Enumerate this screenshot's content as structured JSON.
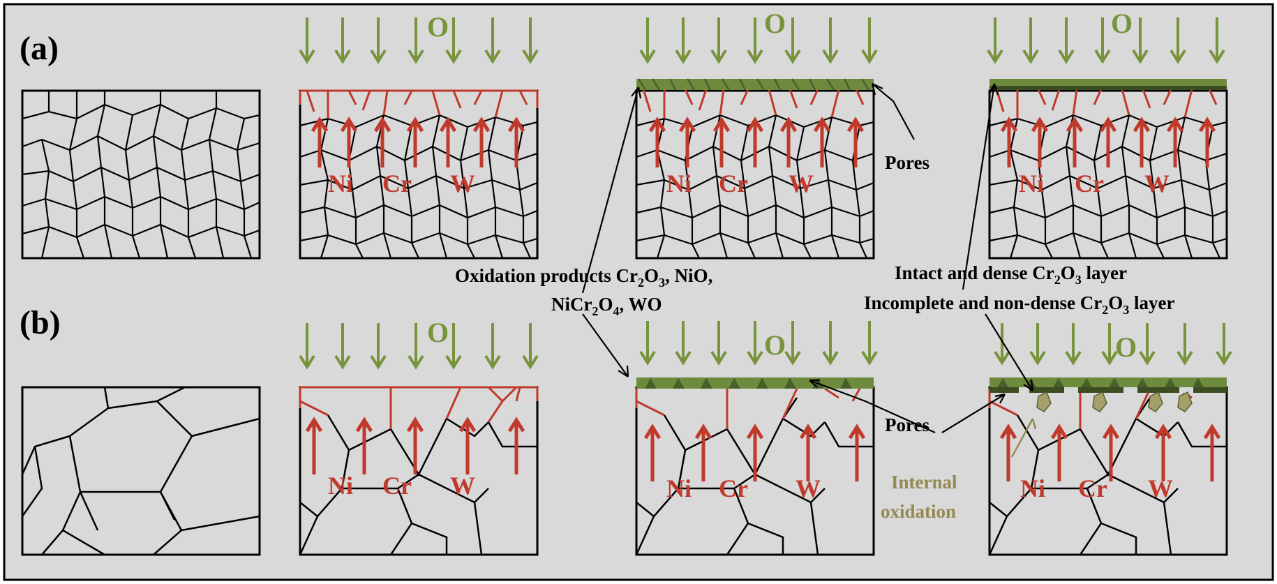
{
  "panels": {
    "a": {
      "label": "(a)"
    },
    "b": {
      "label": "(b)"
    }
  },
  "oxygen_label": "O",
  "elements": [
    "Ni",
    "Cr",
    "W"
  ],
  "annotations": {
    "pores": "Pores",
    "products_line1": "Oxidation products Cr",
    "products_line1_sub1": "2",
    "products_line1_mid": "O",
    "products_line1_sub2": "3",
    "products_line1_end": ", NiO,",
    "products_line2_a": "NiCr",
    "products_line2_sub1": "2",
    "products_line2_mid": "O",
    "products_line2_sub2": "4",
    "products_line2_end": ", WO",
    "intact_a": "Intact and dense Cr",
    "intact_sub1": "2",
    "intact_mid": "O",
    "intact_sub2": "3",
    "intact_end": " layer",
    "incomplete_a": "Incomplete and non-dense Cr",
    "incomplete_sub1": "2",
    "incomplete_mid": "O",
    "incomplete_sub2": "3",
    "incomplete_end": " layer",
    "internal_line1": "Internal",
    "internal_line2": "oxidation"
  },
  "colors": {
    "background": "#d9d9d9",
    "frame": "#000000",
    "arrow_oxygen": "#77933c",
    "arrow_diffusion": "#c0392b",
    "oxide_layer": "#6e8b3d",
    "oxide_dark": "#4a5e2a",
    "internal_oxide": "#a3a06a",
    "internal_text": "#948a54"
  }
}
